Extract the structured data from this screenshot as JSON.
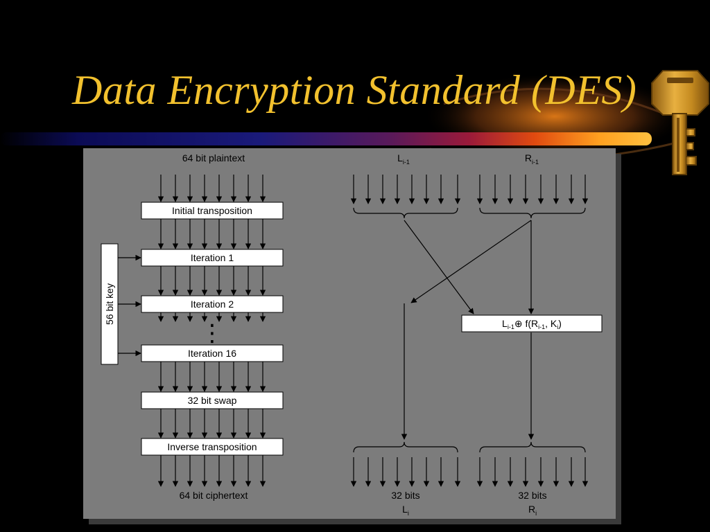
{
  "slide": {
    "title": "Data Encryption Standard (DES)"
  },
  "icons": {
    "key": "key-icon"
  },
  "colors": {
    "background": "#000000",
    "title": "#f2c12e",
    "panel": "#7c7c7c",
    "box": "#ffffff"
  },
  "diagram": {
    "left": {
      "top_label": "64 bit plaintext",
      "key_label": "56 bit key",
      "boxes": {
        "initial": "Initial transposition",
        "iter1": "Iteration 1",
        "iter2": "Iteration 2",
        "iter16": "Iteration 16",
        "swap": "32 bit swap",
        "inverse": "Inverse transposition"
      },
      "ellipsis": "⋮",
      "bottom_label": "64 bit ciphertext"
    },
    "right": {
      "l_in": {
        "base": "L",
        "sub": "i-1"
      },
      "r_in": {
        "base": "R",
        "sub": "i-1"
      },
      "func_box": {
        "l": "L",
        "l_sub": "i-1",
        "op": "⊕ f(R",
        "r_sub": "i-1",
        "mid": ", K",
        "k_sub": "i",
        "end": ")"
      },
      "l_out": {
        "bits": "32 bits",
        "base": "L",
        "sub": "i"
      },
      "r_out": {
        "bits": "32 bits",
        "base": "R",
        "sub": "i"
      }
    }
  }
}
